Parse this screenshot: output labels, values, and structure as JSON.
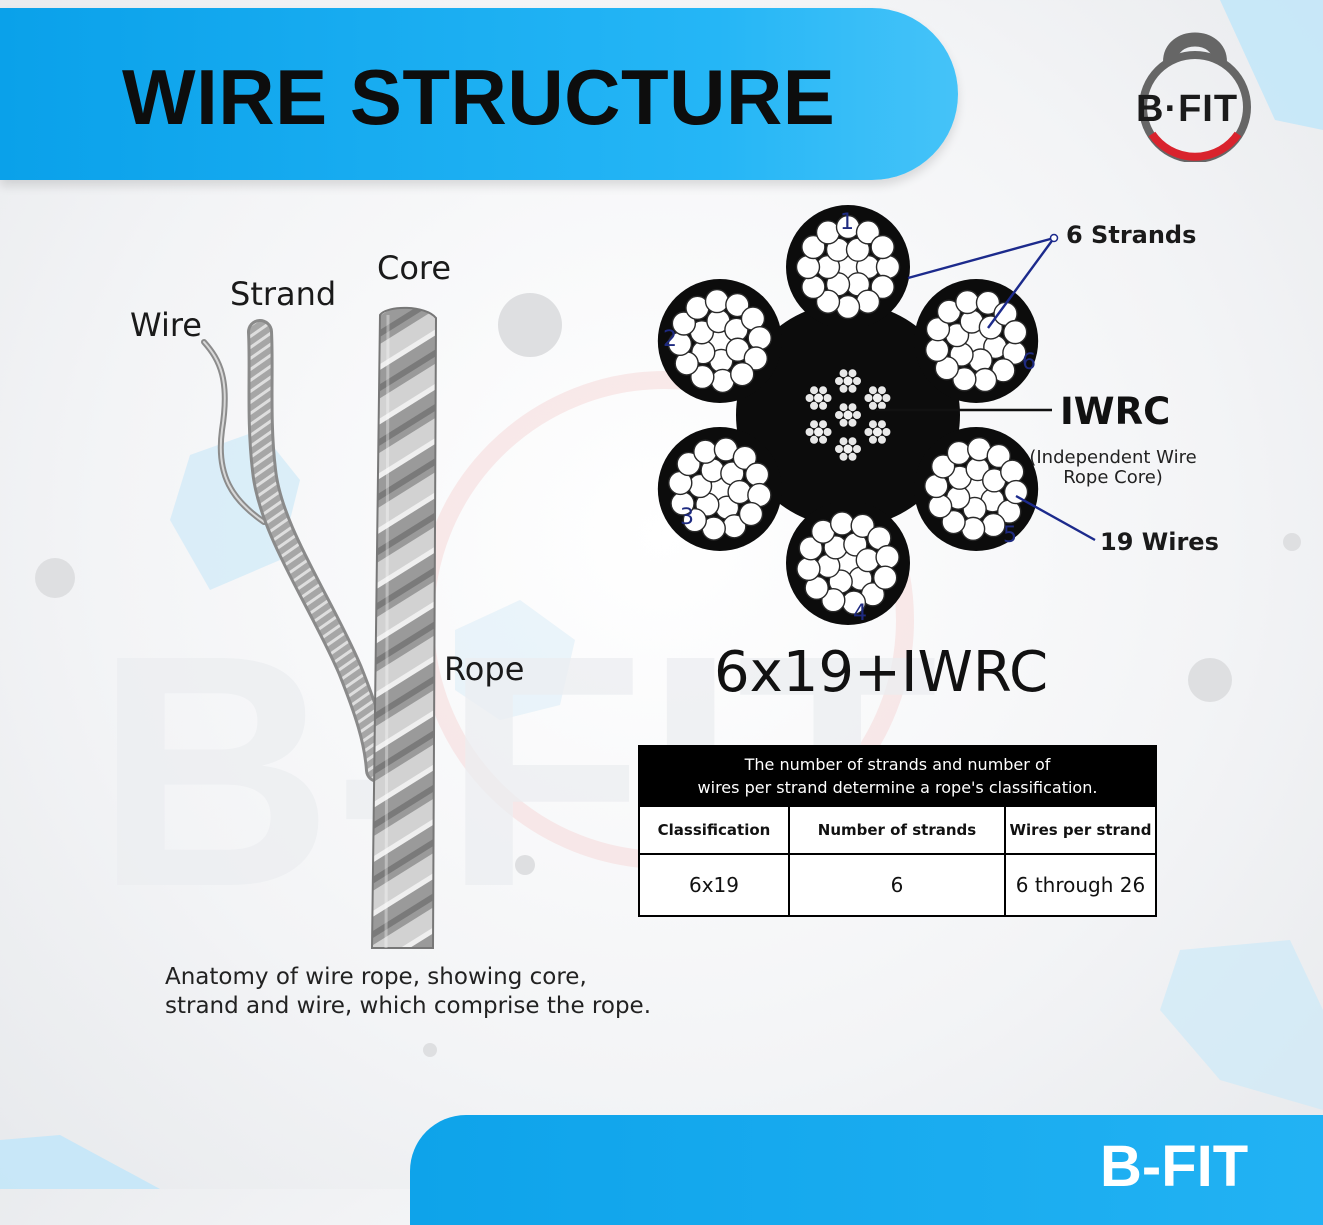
{
  "header": {
    "title": "WIRE STRUCTURE"
  },
  "logo": {
    "text": "B·FIT"
  },
  "rope_diagram": {
    "labels": {
      "wire": "Wire",
      "strand": "Strand",
      "core": "Core",
      "rope": "Rope"
    },
    "caption": "Anatomy of wire rope, showing core,\nstrand and wire, which comprise the rope."
  },
  "cross_section": {
    "strand_numbers": [
      "1",
      "2",
      "3",
      "4",
      "5",
      "6"
    ],
    "strands_label": "6 Strands",
    "wires_label": "19 Wires",
    "core_label": "IWRC",
    "core_description": "(Independent Wire Rope Core)",
    "model_code": "6x19+IWRC"
  },
  "classification_table": {
    "banner": "The number of strands and number of\nwires per strand determine a rope's classification.",
    "headers": [
      "Classification",
      "Number of strands",
      "Wires per strand"
    ],
    "rows": [
      [
        "6x19",
        "6",
        "6 through 26"
      ]
    ]
  },
  "footer": {
    "brand": "B-FIT"
  },
  "colors": {
    "banner_blue": "#12a9ee",
    "title_text": "#0d0d0d",
    "leader_line": "#1c2a8c",
    "logo_red": "#d9232d"
  }
}
